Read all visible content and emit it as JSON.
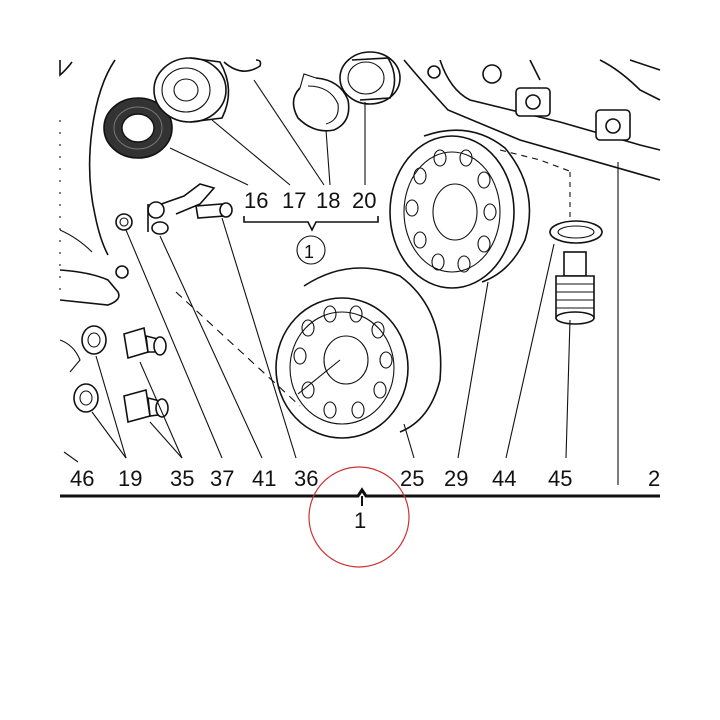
{
  "callouts": {
    "c46": "46",
    "c19": "19",
    "c35": "35",
    "c37": "37",
    "c41": "41",
    "c36": "36",
    "c25": "25",
    "c29": "29",
    "c44": "44",
    "c45": "45",
    "c2": "2",
    "c16": "16",
    "c17": "17",
    "c18": "18",
    "c20": "20"
  },
  "kit": {
    "circled_number": "1",
    "bracket_number": "1"
  },
  "highlight_color": "#cc3333"
}
